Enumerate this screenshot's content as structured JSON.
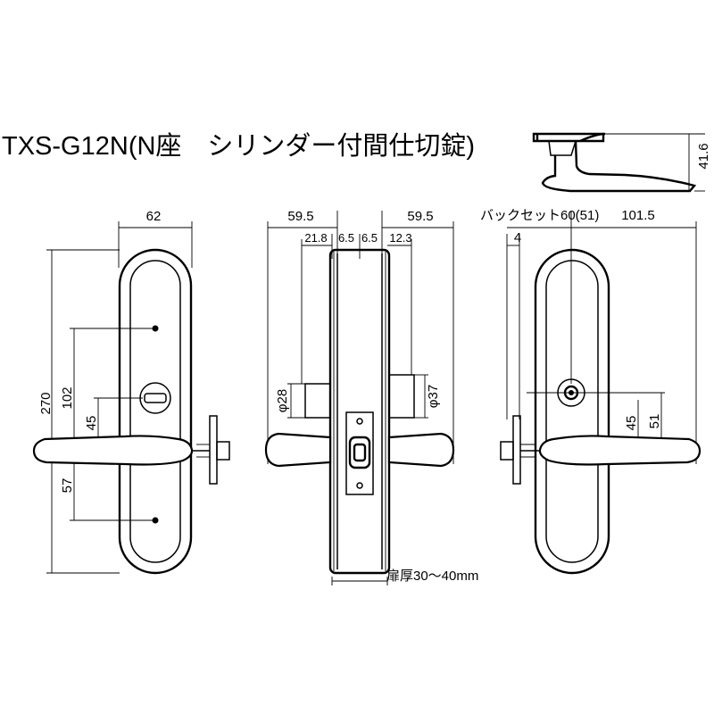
{
  "title": "TXS-G12N(N座　シリンダー付間仕切錠)",
  "handle_height": "41.6",
  "front_view": {
    "width": "62",
    "height": "270",
    "dim_102": "102",
    "dim_45": "45",
    "dim_57": "57"
  },
  "side_view": {
    "left_projection": "59.5",
    "right_projection": "59.5",
    "dim_21_8": "21.8",
    "dim_6_5_left": "6.5",
    "dim_6_5_right": "6.5",
    "dim_12_3": "12.3",
    "dia_28": "φ28",
    "dia_37": "φ37",
    "door_thickness": "扉厚30～40mm"
  },
  "back_view": {
    "backset": "バックセット60(51)",
    "dim_4": "4",
    "dim_101_5": "101.5",
    "dim_45": "45",
    "dim_51": "51"
  }
}
